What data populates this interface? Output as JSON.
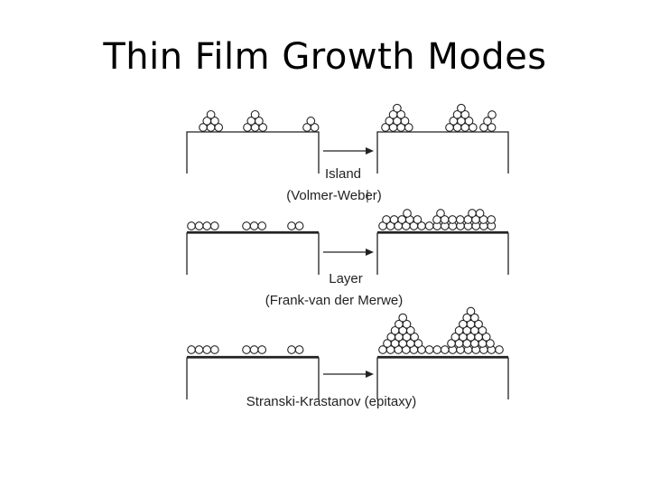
{
  "slide": {
    "title": "Thin Film Growth Modes"
  },
  "modes": [
    {
      "label": "Island",
      "sublabel": "(Volmer-Weber)"
    },
    {
      "label": "Layer",
      "sublabel": "(Frank-van der Merwe)"
    },
    {
      "label": "Stranski-Krastanov (epitaxy)",
      "sublabel": ""
    }
  ],
  "colors": {
    "ink": "#222222",
    "background": "#ffffff"
  }
}
